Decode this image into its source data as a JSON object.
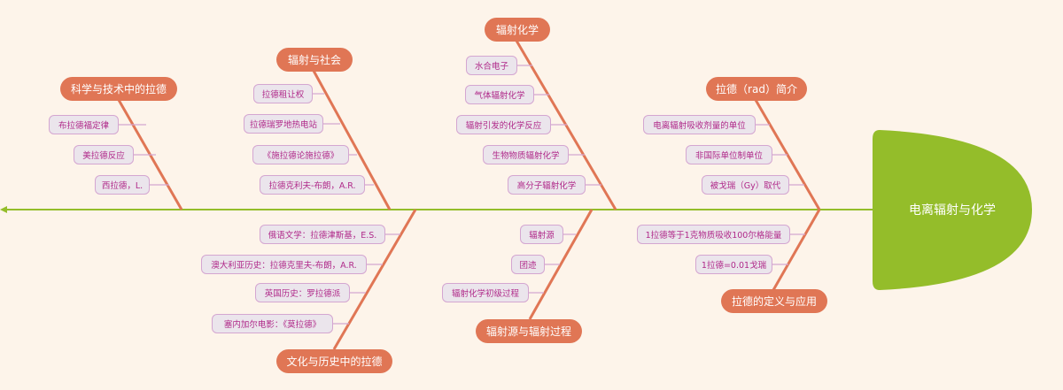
{
  "diagram": {
    "type": "fishbone",
    "title": "电离辐射与化学",
    "colors": {
      "background": "#fdf4ea",
      "spine": "#94bd2a",
      "head": "#94bd2a",
      "main_topic": "#e07655",
      "subtopic_fill": "#ebe5ec",
      "subtopic_border": "#d4a6d1",
      "subtopic_text": "#b02a8a"
    },
    "branches": [
      {
        "label": "科学与技术中的拉德",
        "side": "top",
        "items": [
          "布拉德福定律",
          "美拉德反应",
          "西拉德，L."
        ]
      },
      {
        "label": "辐射与社会",
        "side": "top",
        "items": [
          "拉德租让权",
          "拉德瑞罗地热电站",
          "《施拉德论施拉德》",
          "拉德克利夫-布朗，A.R."
        ]
      },
      {
        "label": "辐射化学",
        "side": "top",
        "items": [
          "水合电子",
          "气体辐射化学",
          "辐射引发的化学反应",
          "生物物质辐射化学",
          "高分子辐射化学"
        ]
      },
      {
        "label": "拉德（rad）简介",
        "side": "top",
        "items": [
          "电离辐射吸收剂量的单位",
          "非国际单位制单位",
          "被戈瑞（Gy）取代"
        ]
      },
      {
        "label": "文化与历史中的拉德",
        "side": "bottom",
        "items": [
          "俄语文学：拉德津斯基，E.S.",
          "澳大利亚历史：拉德克里夫-布朗，A.R.",
          "英国历史：罗拉德派",
          "塞内加尔电影：《莫拉德》"
        ]
      },
      {
        "label": "辐射源与辐射过程",
        "side": "bottom",
        "items": [
          "辐射源",
          "团迹",
          "辐射化学初级过程"
        ]
      },
      {
        "label": "拉德的定义与应用",
        "side": "bottom",
        "items": [
          "1拉德等于1克物质吸收100尔格能量",
          "1拉德=0.01戈瑞"
        ]
      }
    ]
  }
}
